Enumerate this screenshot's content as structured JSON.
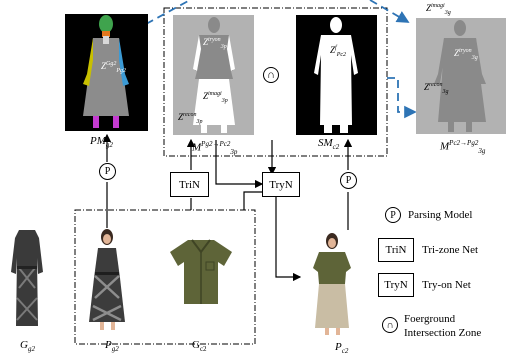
{
  "labels": {
    "pm_g2": "PM",
    "pm_g2_sub": "g2",
    "sm_c2": "SM",
    "sm_c2_sub": "c2",
    "m3p": "M",
    "m3p_sub": "3p",
    "m3p_sup": "Pg2→Pc2",
    "m3g": "M",
    "m3g_sub": "3g",
    "m3g_sup": "Pc2→Pg2",
    "g_g2": "G",
    "g_g2_sub": "g2",
    "p_g2": "P",
    "p_g2_sub": "g2",
    "g_c2": "G",
    "g_c2_sub": "c2",
    "p_c2": "P",
    "p_c2_sub": "c2"
  },
  "panel_text": {
    "pm_z": "Z",
    "pm_z_sup": "Gg2",
    "pm_z_sub": "Pg2",
    "m3p_tryon": "Z",
    "m3p_tryon_sup": "tryon",
    "m3p_tryon_sub": "3p",
    "m3p_imagi": "Z",
    "m3p_imagi_sup": "imagi",
    "m3p_imagi_sub": "3p",
    "m3p_recon": "Z",
    "m3p_recon_sup": "recon",
    "m3p_recon_sub": "3p",
    "sm_z": "Z",
    "sm_z_sup": "f",
    "sm_z_sub": "Pc2",
    "m3g_imagi": "Z",
    "m3g_imagi_sup": "imagi",
    "m3g_imagi_sub": "3g",
    "m3g_tryon": "Z",
    "m3g_tryon_sup": "tryon",
    "m3g_tryon_sub": "3g",
    "m3g_recon": "Z",
    "m3g_recon_sup": "recon",
    "m3g_recon_sub": "3g"
  },
  "nodes": {
    "trin": "TriN",
    "tryn": "TryN",
    "parsing_symbol": "P",
    "intersection_symbol": "∩"
  },
  "legend": {
    "parsing_symbol": "P",
    "parsing_label": "Parsing Model",
    "trin_box": "TriN",
    "trin_label": "Tri-zone Net",
    "tryn_box": "TryN",
    "tryn_label": "Try-on Net",
    "intersection_symbol": "∩",
    "intersection_label_1": "Foerground",
    "intersection_label_2": "Intersection Zone"
  },
  "colors": {
    "arrow_dashed": "#2e74b5",
    "panel_gray": "#b2b2b2",
    "silhouette_gray": "#8a8a8a",
    "black": "#000000",
    "white": "#ffffff"
  }
}
